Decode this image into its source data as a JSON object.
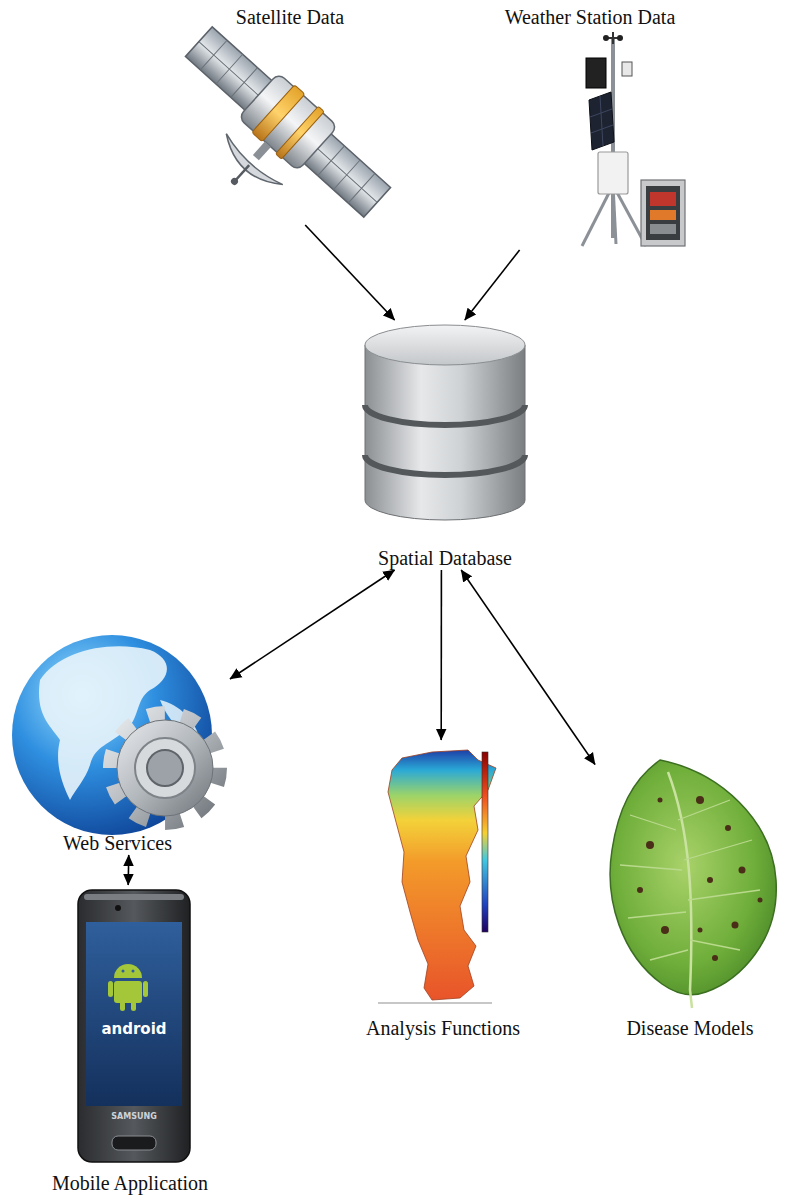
{
  "diagram": {
    "nodes": [
      {
        "text": [
          "Satellite Data"
        ]
      },
      {
        "text": [
          "Weather Station Data"
        ]
      },
      {
        "text": [
          "Spatial Database"
        ]
      },
      {
        "text": [
          "Web Services"
        ]
      },
      {
        "text": [
          "Analysis Functions"
        ]
      },
      {
        "text": [
          "Disease Models"
        ]
      },
      {
        "text": [
          "Mobile Application"
        ]
      }
    ],
    "edges": [
      {
        "from": 0,
        "to": 2,
        "arrow": "to"
      },
      {
        "from": 1,
        "to": 2,
        "arrow": "to"
      },
      {
        "from": 2,
        "to": 3,
        "arrow": "both"
      },
      {
        "from": 2,
        "to": 4,
        "arrow": "to"
      },
      {
        "from": 2,
        "to": 5,
        "arrow": "both"
      },
      {
        "from": 3,
        "to": 6,
        "arrow": "both"
      }
    ],
    "labels": [
      "android",
      "SAMSUNG"
    ]
  }
}
